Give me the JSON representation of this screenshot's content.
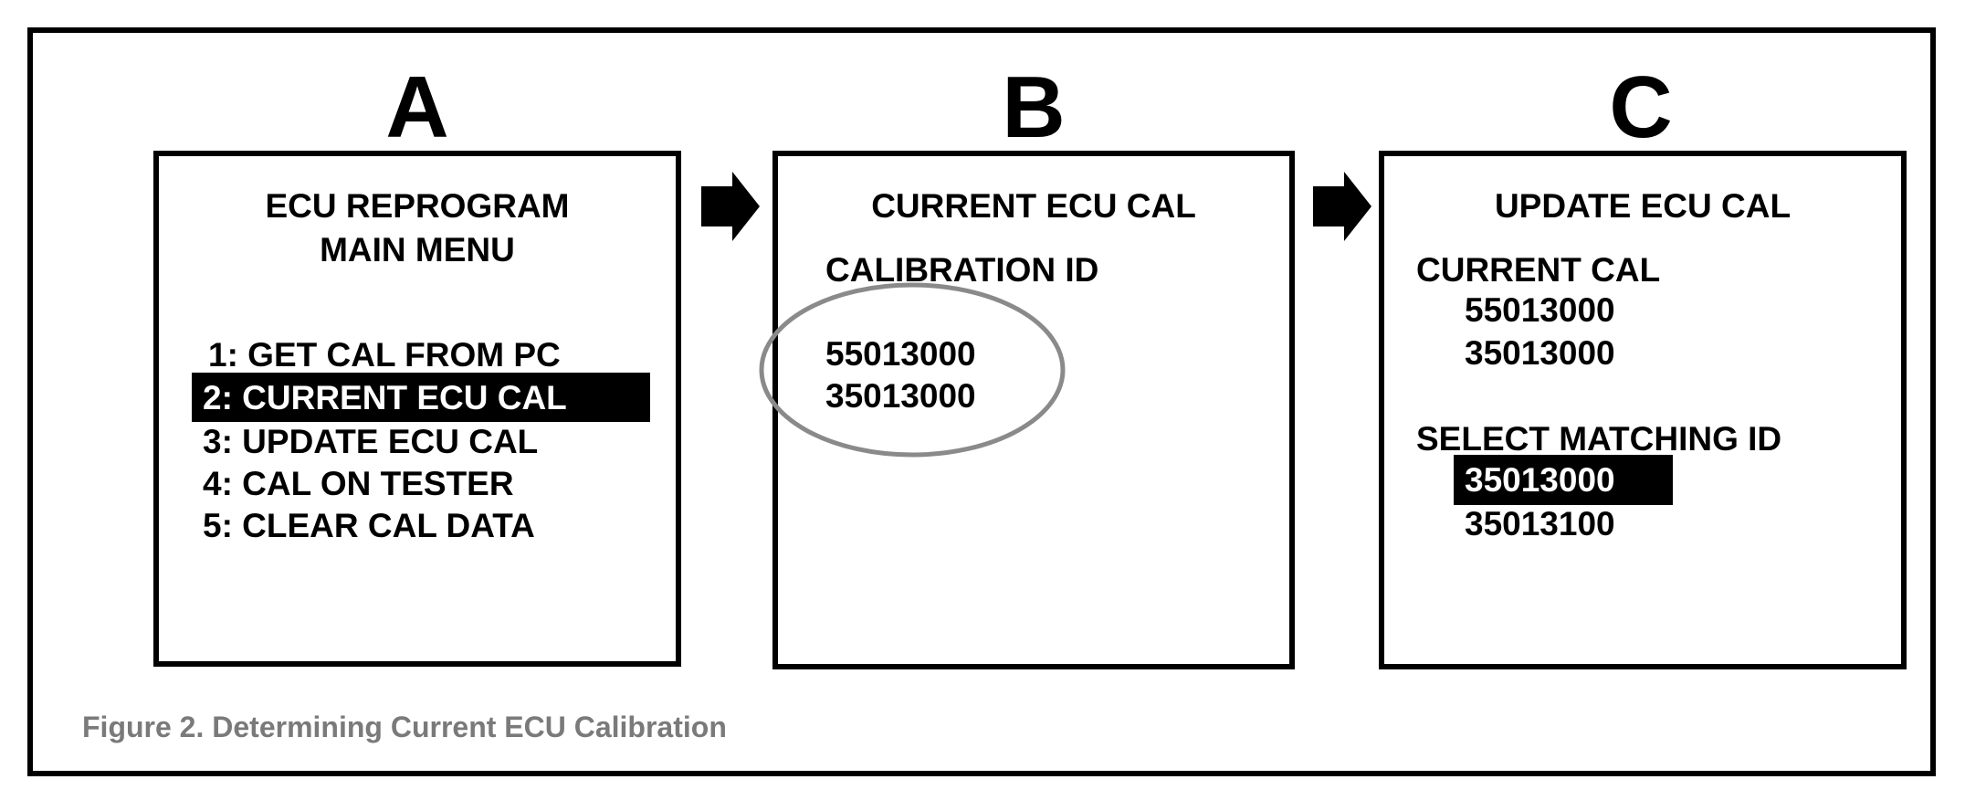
{
  "panels": {
    "a": {
      "letter": "A",
      "title_line1": "ECU REPROGRAM",
      "title_line2": "MAIN MENU",
      "menu_items": [
        "1: GET CAL FROM PC",
        "2: CURRENT ECU CAL",
        "3: UPDATE ECU CAL",
        "4: CAL ON TESTER",
        "5: CLEAR CAL DATA"
      ],
      "selected_index": 1
    },
    "b": {
      "letter": "B",
      "title": "CURRENT ECU CAL",
      "label": "CALIBRATION ID",
      "ids": [
        "55013000",
        "35013000"
      ]
    },
    "c": {
      "letter": "C",
      "title": "UPDATE ECU CAL",
      "current_label": "CURRENT CAL",
      "current_ids": [
        "55013000",
        "35013000"
      ],
      "select_label": "SELECT MATCHING ID",
      "options": [
        "35013000",
        "35013100"
      ],
      "selected_index": 0
    }
  },
  "caption": "Figure 2. Determining Current ECU Calibration",
  "colors": {
    "ink": "#000000",
    "caption": "#7a7a7a",
    "ellipse": "#8a8a8a",
    "highlight_text": "#ffffff"
  }
}
